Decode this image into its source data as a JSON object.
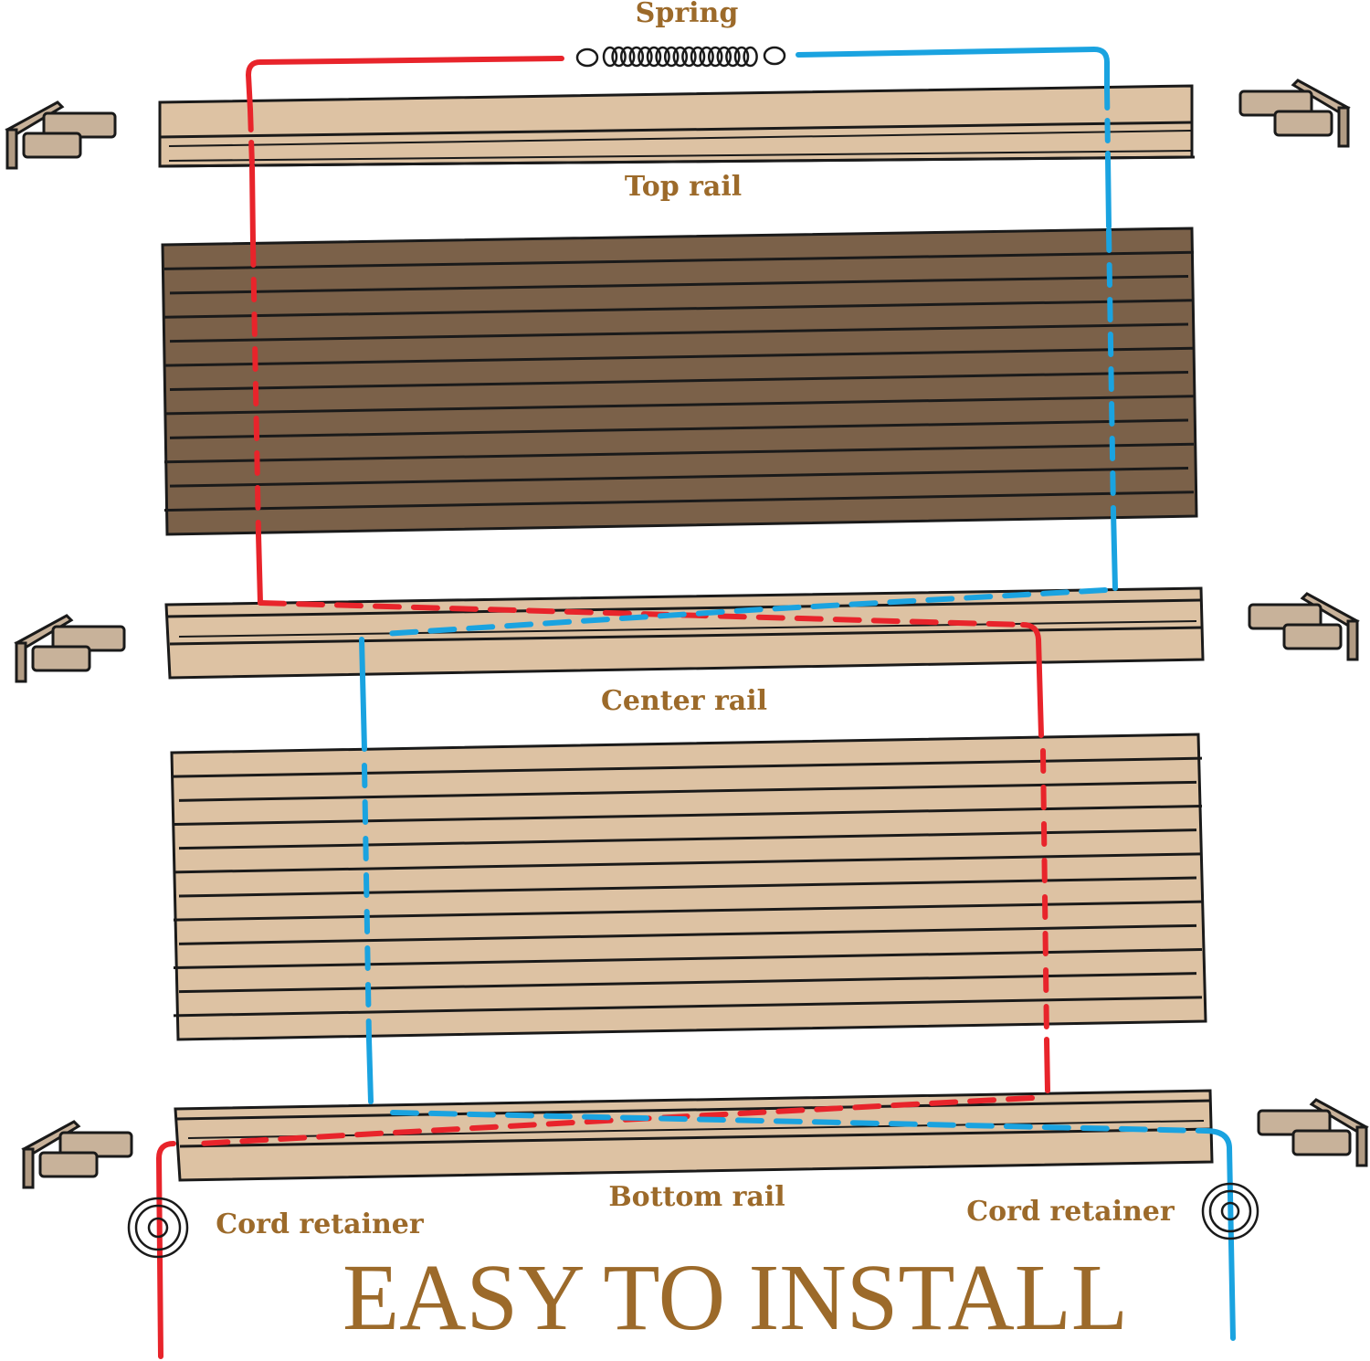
{
  "labels": {
    "spring": "Spring",
    "top_rail": "Top rail",
    "center_rail": "Center rail",
    "bottom_rail": "Bottom rail",
    "cord_retainer_left": "Cord retainer",
    "cord_retainer_right": "Cord retainer"
  },
  "headline": "EASY TO INSTALL",
  "colors": {
    "label_text": "#9c6a2a",
    "rail_fill": "#ddc2a3",
    "dark_fabric": "#7b6149",
    "light_fabric": "#ddc2a3",
    "bracket_fill": "#c8b29a",
    "red_cord": "#e8242b",
    "blue_cord": "#1aa3e0",
    "outline": "#1a1a1a"
  },
  "icons": {
    "bracket": "mounting-bracket-icon",
    "retainer": "cord-retainer-icon",
    "spring": "coil-spring-icon"
  }
}
